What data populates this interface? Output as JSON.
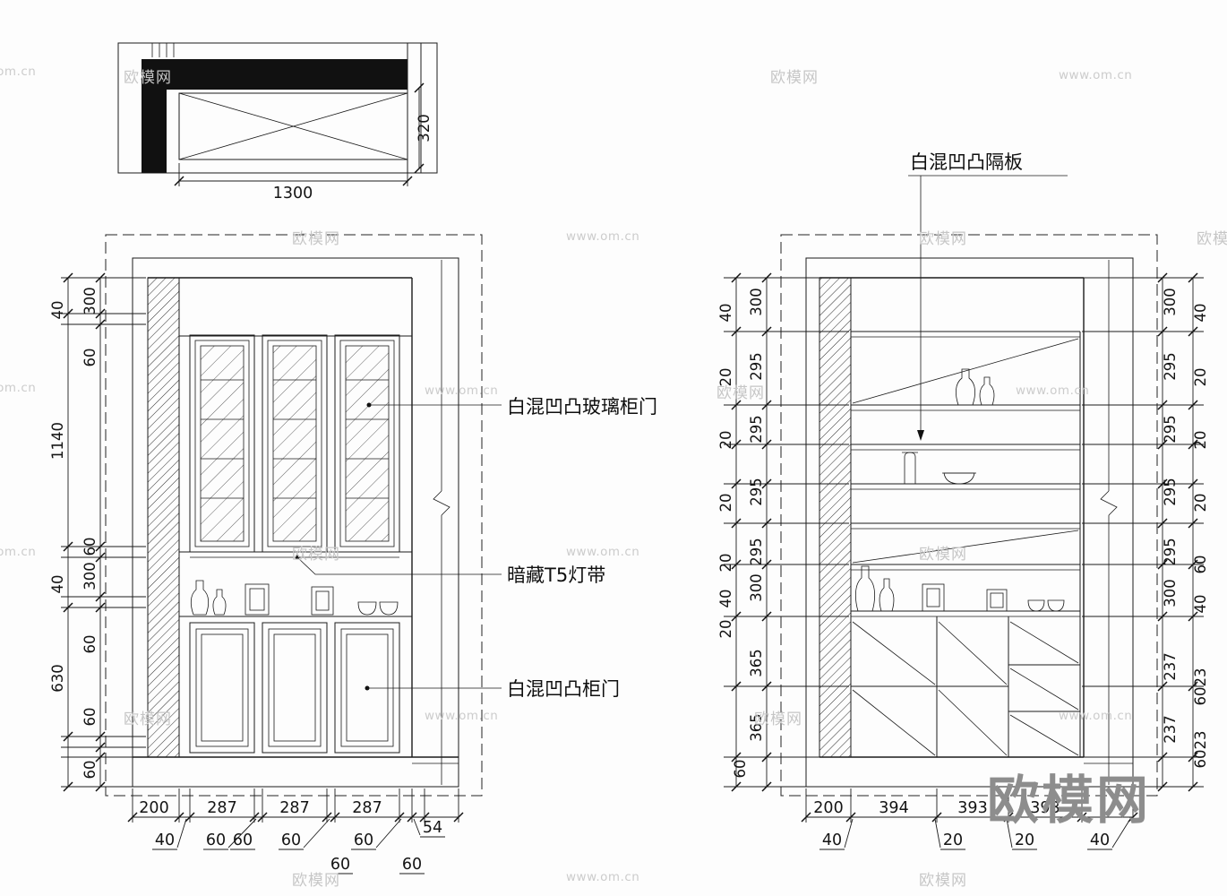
{
  "watermark": {
    "name": "欧模网",
    "url": "www.om.cn",
    "logo": "欧模网"
  },
  "plan": {
    "width": "1300",
    "depth": "320"
  },
  "elevation": {
    "left_dims": [
      "40",
      "300",
      "60",
      "1140",
      "60",
      "40",
      "300",
      "60",
      "630",
      "60",
      "60"
    ],
    "bottom_dims": [
      "200",
      "40",
      "287",
      "60",
      "60",
      "287",
      "60",
      "287",
      "60",
      "60",
      "60",
      "54"
    ],
    "labels": {
      "glass_door": "白混凹凸玻璃柜门",
      "light_strip": "暗藏T5灯带",
      "cabinet_door": "白混凹凸柜门"
    }
  },
  "section": {
    "shelf_label": "白混凹凸隔板",
    "left_dims": [
      "40",
      "300",
      "20",
      "295",
      "20",
      "295",
      "20",
      "295",
      "20",
      "295",
      "40",
      "300",
      "20",
      "365",
      "365",
      "60"
    ],
    "right_dims": [
      "300",
      "40",
      "295",
      "20",
      "295",
      "20",
      "295",
      "20",
      "295",
      "60",
      "300",
      "40",
      "237",
      "23",
      "60",
      "237",
      "23",
      "60"
    ],
    "bottom_dims": [
      "200",
      "40",
      "394",
      "393",
      "20",
      "393",
      "20",
      "40"
    ]
  }
}
